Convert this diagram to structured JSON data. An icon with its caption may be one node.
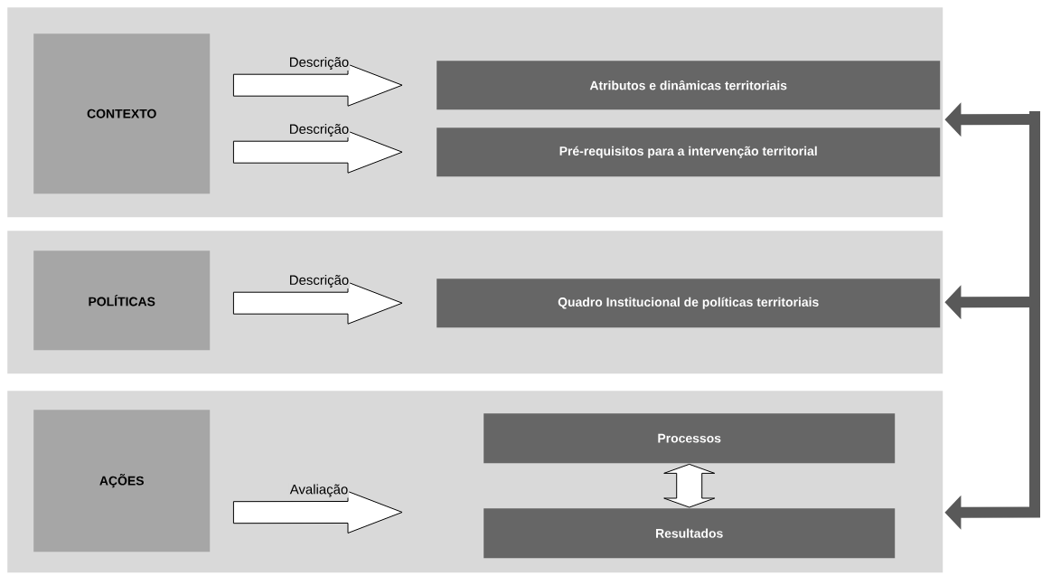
{
  "diagram": {
    "nodes": [
      {
        "text": [],
        "shape": "box"
      },
      {
        "text": [
          "CONTEXTO"
        ],
        "in": 0
      },
      {
        "text": [
          "Atributos e dinâmicas territoriais"
        ],
        "in": 0
      },
      {
        "text": [
          "Pré-requisitos para a intervenção territorial"
        ],
        "in": 0
      },
      {
        "text": [],
        "shape": "box"
      },
      {
        "text": [
          "POLÍTICAS"
        ],
        "in": 4
      },
      {
        "text": [
          "Quadro Institucional de políticas territoriais"
        ],
        "in": 4
      },
      {
        "text": [],
        "shape": "box"
      },
      {
        "text": [
          "AÇÕES"
        ],
        "in": 7
      },
      {
        "text": [
          "Processos"
        ],
        "in": 7
      },
      {
        "text": [
          "Resultados"
        ],
        "in": 7
      }
    ],
    "edges": [
      {
        "from": 1,
        "to": 2,
        "arrow": "to",
        "label": "Descrição"
      },
      {
        "from": 1,
        "to": 3,
        "arrow": "to",
        "label": "Descrição"
      },
      {
        "from": 5,
        "to": 6,
        "arrow": "to",
        "label": "Descrição"
      },
      {
        "from": 8,
        "to": null,
        "arrow": "to",
        "label": "Avaliação"
      },
      {
        "from": 9,
        "to": 10,
        "arrow": "both"
      },
      {
        "from": null,
        "to": 0,
        "arrow": "to",
        "style": "thick",
        "color": "#595959"
      },
      {
        "from": null,
        "to": 4,
        "arrow": "to",
        "style": "thick",
        "color": "#595959"
      },
      {
        "from": null,
        "to": 7,
        "arrow": "to",
        "style": "thick",
        "color": "#595959"
      }
    ]
  }
}
